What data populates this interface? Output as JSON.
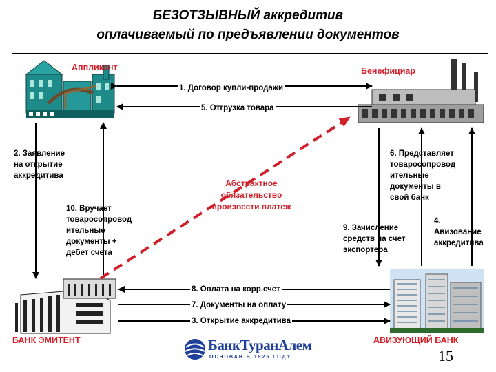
{
  "title": {
    "line1": "БЕЗОТЗЫВНЫЙ аккредитив",
    "line2": "оплачиваемый по предъявлении документов"
  },
  "parties": {
    "applicant": "Аппликант",
    "beneficiary": "Бенефициар",
    "issuing_bank": "БАНК ЭМИТЕНТ",
    "advising_bank": "АВИЗУЮЩИЙ БАНК"
  },
  "steps": {
    "s1": "1. Договор купли-продажи",
    "s5": "5. Отгрузка товара",
    "s2": [
      "2. Заявление",
      "на открытие",
      "аккредитива"
    ],
    "s10": [
      "10. Вручает",
      "товаросопровод",
      "ительные",
      "документы +",
      "дебет счета"
    ],
    "s6": [
      "6. Представляет",
      "товаросопровод",
      "ительные",
      "документы в",
      "свой банк"
    ],
    "s9": [
      "9. Зачисление",
      "средств на счет",
      "экспортера"
    ],
    "s4": [
      "4.",
      "Авизование",
      "аккредитива"
    ],
    "s8": "8. Оплата на корр.счет",
    "s7": "7. Документы на оплату",
    "s3": "3. Открытие аккредитива"
  },
  "center_note": [
    "Абстрактное",
    "обязательство",
    "произвести платеж"
  ],
  "logo": {
    "brand": "БанкТуранАлем",
    "tagline": "ОСНОВАН В 1925 ГОДУ"
  },
  "page_number": "15",
  "colors": {
    "red": "#d0202a",
    "logo_blue": "#1f3f9a",
    "factory_teal": "#1f8a8a"
  }
}
